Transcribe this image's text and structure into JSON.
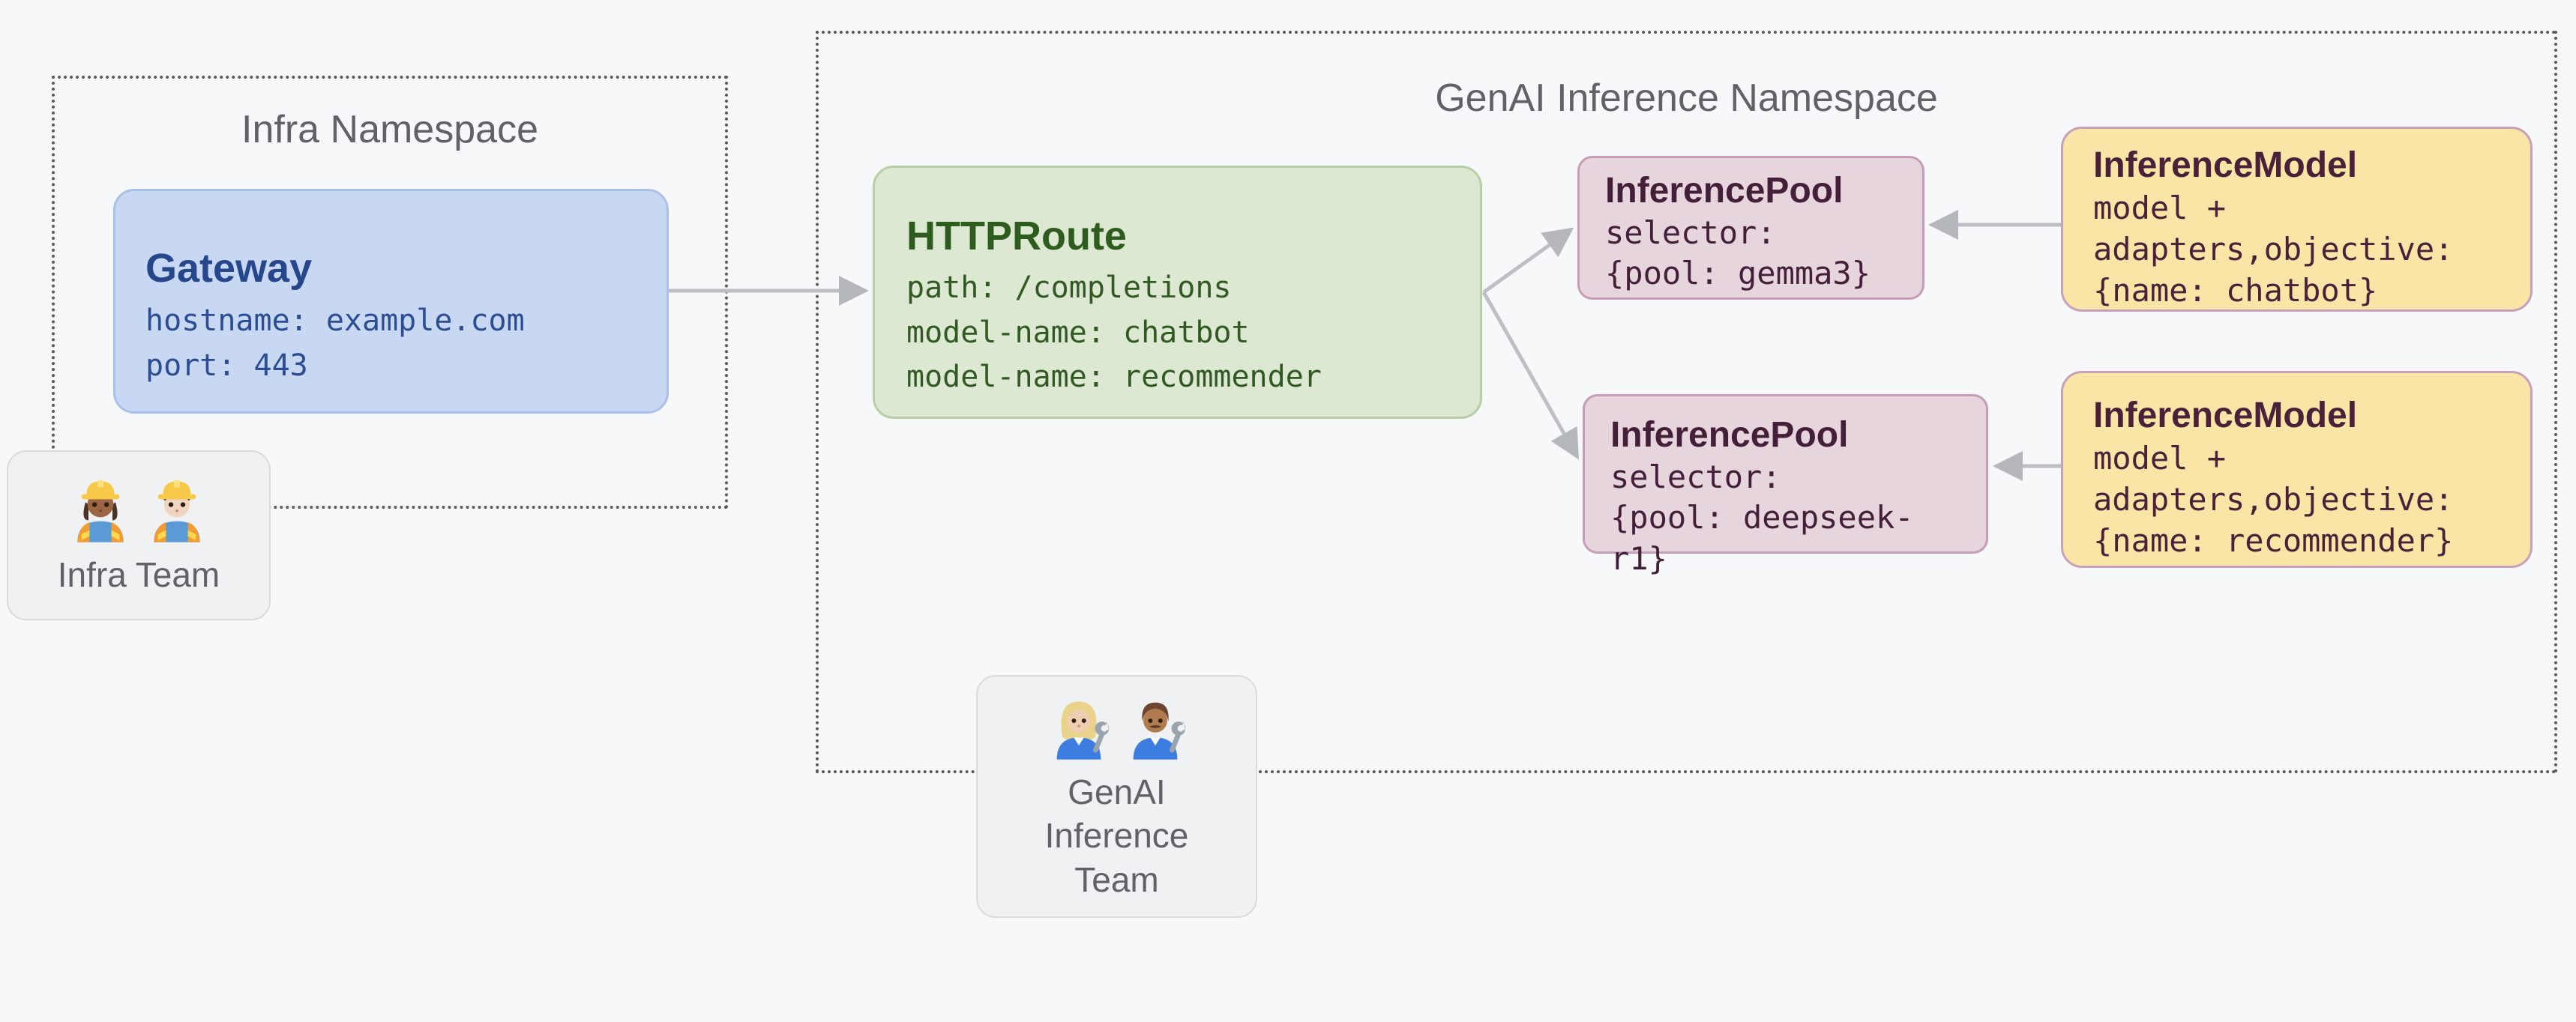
{
  "infra_namespace": {
    "title": "Infra Namespace",
    "gateway": {
      "title": "Gateway",
      "lines": [
        "hostname: example.com",
        "port: 443"
      ]
    },
    "team": {
      "label": "Infra Team",
      "icons": [
        "construction-worker-woman-icon",
        "construction-worker-man-icon"
      ]
    }
  },
  "genai_namespace": {
    "title": "GenAI Inference Namespace",
    "httproute": {
      "title": "HTTPRoute",
      "lines": [
        "path: /completions",
        "model-name: chatbot",
        "model-name: recommender"
      ]
    },
    "pools": [
      {
        "title": "InferencePool",
        "lines": [
          "selector:",
          "{pool: gemma3}"
        ]
      },
      {
        "title": "InferencePool",
        "lines": [
          "selector:",
          "{pool: deepseek-r1}"
        ]
      }
    ],
    "models": [
      {
        "title": "InferenceModel",
        "lines": [
          "model +",
          "adapters,objective:",
          "{name: chatbot}"
        ]
      },
      {
        "title": "InferenceModel",
        "lines": [
          "model +",
          "adapters,objective:",
          "{name: recommender}"
        ]
      }
    ],
    "team": {
      "label": "GenAI Inference Team",
      "icons": [
        "mechanic-woman-icon",
        "mechanic-man-icon"
      ]
    }
  },
  "edges": [
    {
      "from": "gateway",
      "to": "httproute"
    },
    {
      "from": "httproute",
      "to": "inference-pool-gemma3"
    },
    {
      "from": "httproute",
      "to": "inference-pool-deepseek-r1"
    },
    {
      "from": "inference-model-chatbot",
      "to": "inference-pool-gemma3"
    },
    {
      "from": "inference-model-recommender",
      "to": "inference-pool-deepseek-r1"
    }
  ],
  "colors": {
    "background": "#f7f8fa",
    "gateway_fill": "#c9d8f2",
    "httproute_fill": "#dde8d3",
    "pool_fill": "#e7d5de",
    "model_fill": "#f9e6a7",
    "team_fill": "#f0f1f2",
    "arrow": "#bcc0c4",
    "namespace_text": "#5f6368"
  }
}
